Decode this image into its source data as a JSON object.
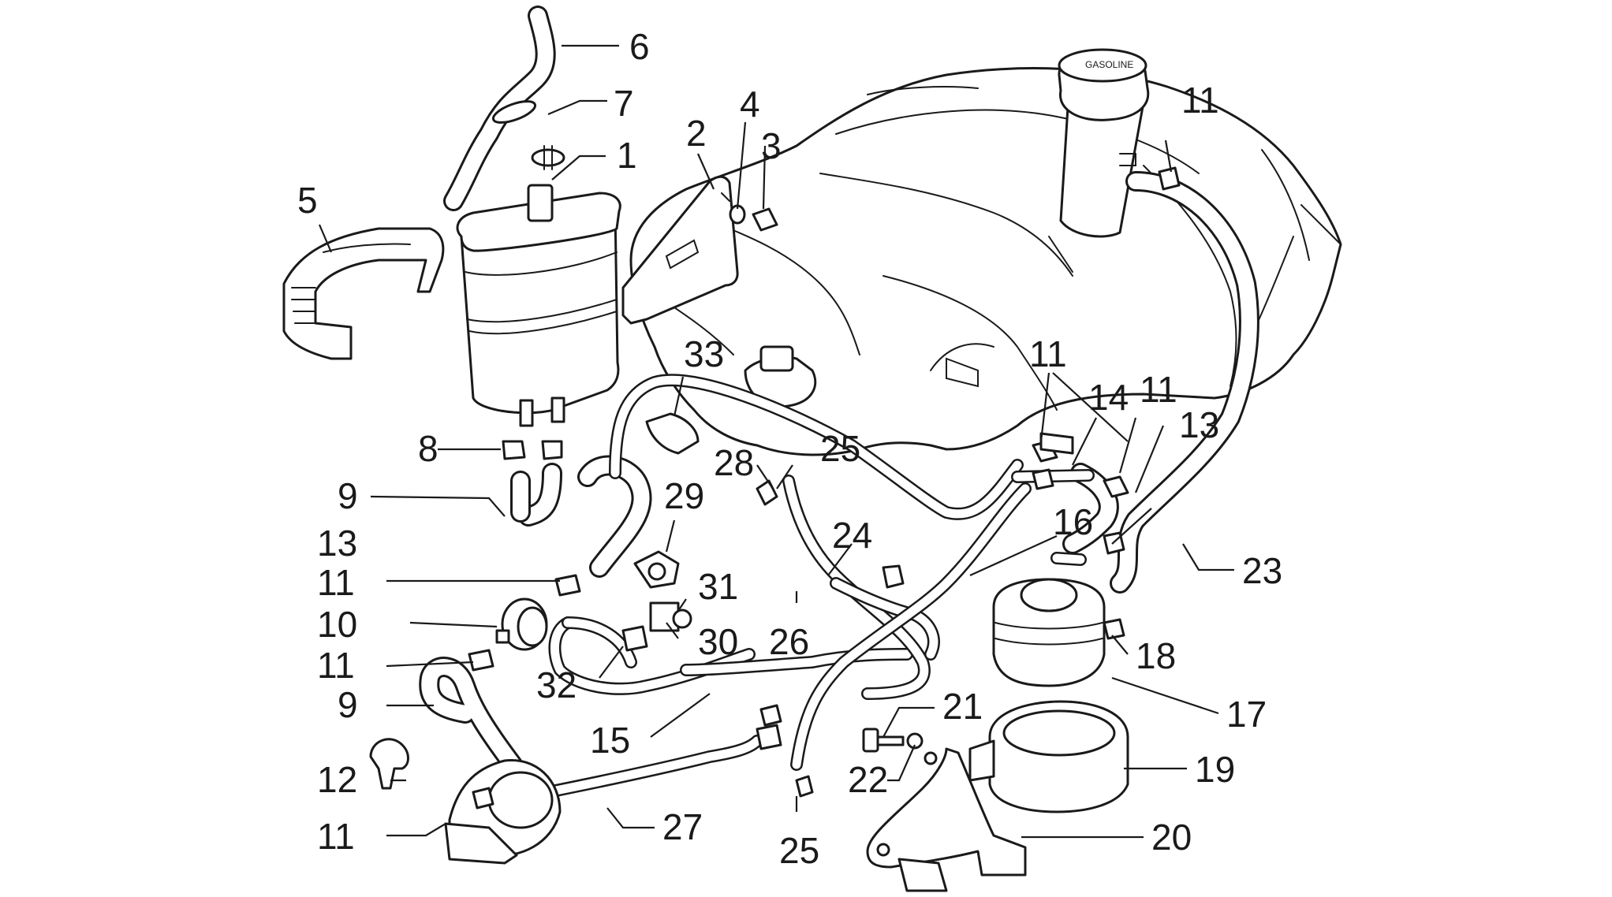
{
  "diagram": {
    "cap_text": "GASOLINE",
    "callouts": [
      {
        "id": "6",
        "text": "6"
      },
      {
        "id": "7",
        "text": "7"
      },
      {
        "id": "1",
        "text": "1"
      },
      {
        "id": "5",
        "text": "5"
      },
      {
        "id": "2",
        "text": "2"
      },
      {
        "id": "4",
        "text": "4"
      },
      {
        "id": "3",
        "text": "3"
      },
      {
        "id": "11a",
        "text": "11"
      },
      {
        "id": "33",
        "text": "33"
      },
      {
        "id": "11b",
        "text": "11"
      },
      {
        "id": "11c",
        "text": "11"
      },
      {
        "id": "14",
        "text": "14"
      },
      {
        "id": "13a",
        "text": "13"
      },
      {
        "id": "8",
        "text": "8"
      },
      {
        "id": "28",
        "text": "28"
      },
      {
        "id": "25a",
        "text": "25"
      },
      {
        "id": "9a",
        "text": "9"
      },
      {
        "id": "29",
        "text": "29"
      },
      {
        "id": "16",
        "text": "16"
      },
      {
        "id": "13b",
        "text": "13"
      },
      {
        "id": "24",
        "text": "24"
      },
      {
        "id": "23",
        "text": "23"
      },
      {
        "id": "11d",
        "text": "11"
      },
      {
        "id": "31",
        "text": "31"
      },
      {
        "id": "10",
        "text": "10"
      },
      {
        "id": "30",
        "text": "30"
      },
      {
        "id": "26",
        "text": "26"
      },
      {
        "id": "18",
        "text": "18"
      },
      {
        "id": "11e",
        "text": "11"
      },
      {
        "id": "32",
        "text": "32"
      },
      {
        "id": "17",
        "text": "17"
      },
      {
        "id": "9b",
        "text": "9"
      },
      {
        "id": "21",
        "text": "21"
      },
      {
        "id": "15",
        "text": "15"
      },
      {
        "id": "19",
        "text": "19"
      },
      {
        "id": "12",
        "text": "12"
      },
      {
        "id": "22",
        "text": "22"
      },
      {
        "id": "11f",
        "text": "11"
      },
      {
        "id": "27",
        "text": "27"
      },
      {
        "id": "20",
        "text": "20"
      },
      {
        "id": "25b",
        "text": "25"
      }
    ]
  }
}
